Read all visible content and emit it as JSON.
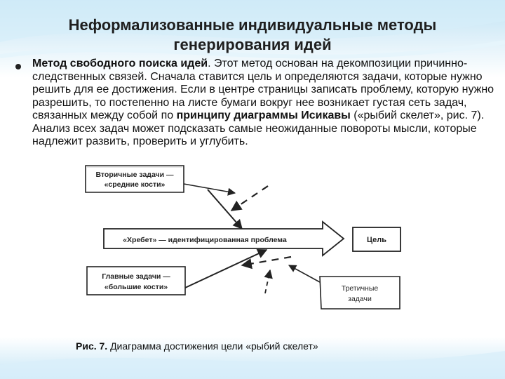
{
  "slide": {
    "title_line1": "Неформализованные индивидуальные методы",
    "title_line2": "генерирования идей",
    "bullet": {
      "bold_lead": "Метод свободного поиска идей",
      "text_part1": ". Этот метод основан на декомпозиции причинно-следственных связей. Сначала ставится цель и определяются задачи, которые нужно решить для ее достижения. Если в центре страницы записать проблему, которую нужно разрешить, то постепенно на листе бумаги вокруг нее возникает густая сеть задач, связанных между собой по ",
      "bold_middle": "принципу диаграммы Исикавы",
      "text_part2": " («рыбий скелет», рис. 7). Анализ всех задач может подсказать самые неожиданные повороты мысли, которые надлежит развить, проверить и углубить."
    },
    "caption": {
      "bold": "Рис. 7.",
      "text": " Диаграмма достижения цели «рыбий скелет»"
    }
  },
  "diagram": {
    "secondary_box": {
      "line1": "Вторичные задачи —",
      "line2": "«средние кости»"
    },
    "spine_label": "«Хребет» — идентифицированная проблема",
    "goal_label": "Цель",
    "main_box": {
      "line1": "Главные задачи —",
      "line2": "«большие кости»"
    },
    "tertiary_box": {
      "line1": "Третичные",
      "line2": "задачи"
    }
  },
  "colors": {
    "background_accent": "#cfe8f5",
    "text": "#111111",
    "diagram_stroke": "#222222"
  }
}
